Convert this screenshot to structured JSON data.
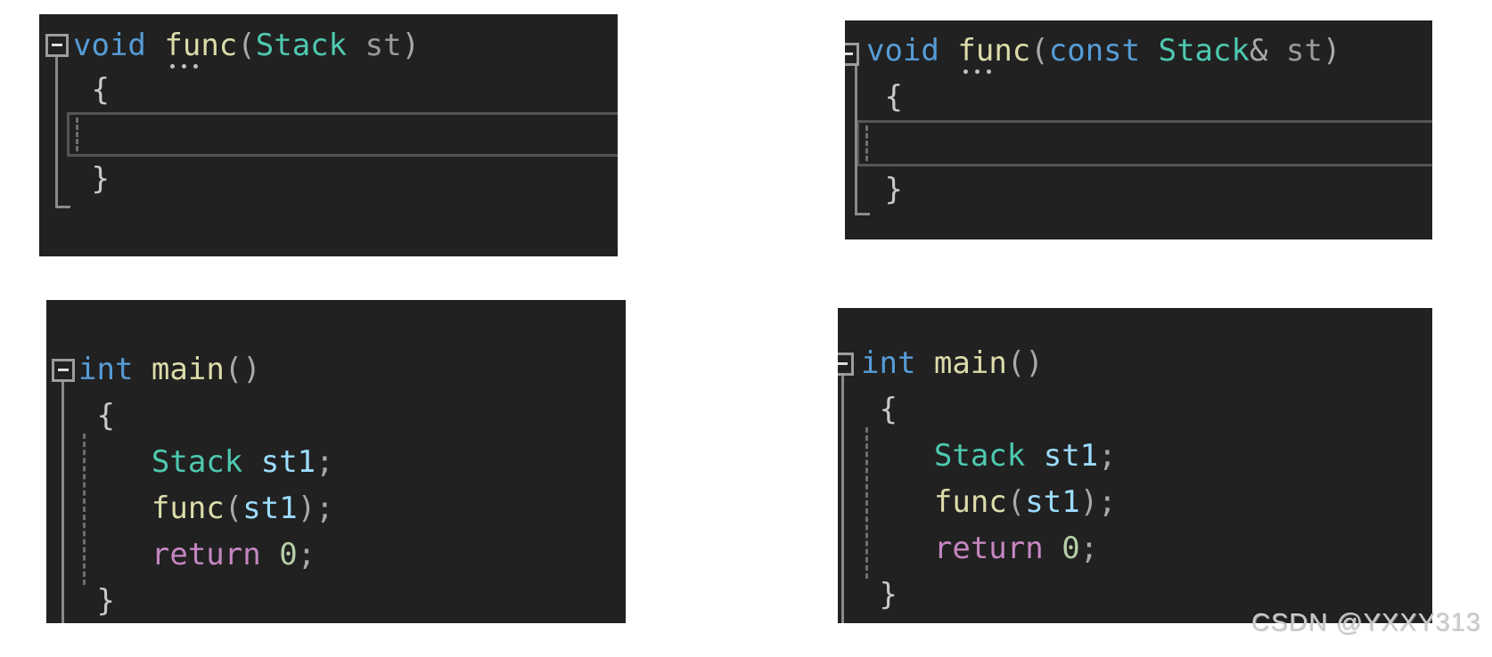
{
  "page": {
    "background_color": "#ffffff",
    "watermark": "CSDN @YXXY313"
  },
  "theme": {
    "panel_background": "#212121",
    "keyword": "#569CD6",
    "control_keyword": "#C586C0",
    "function": "#DCDCAA",
    "type": "#4EC9B0",
    "parameter": "#9A9A9A",
    "punctuation": "#A9A9A9",
    "brace": "#C9C9C9",
    "local_variable": "#9CDCFE",
    "number": "#B5CEA8",
    "fold_guide": "#8A8A8A",
    "indent_guide": "#6E6E6E",
    "line_highlight_border": "#555555",
    "fold_marker_border": "#9D9D9D",
    "fold_marker_minus": "#E0E0E0",
    "hint_dots": "#C0C0C0",
    "watermark_color": "#C9C9C9"
  },
  "panels": [
    {
      "name": "func-pass-by-value",
      "code_text": "void func(Stack st)\n{\n\n}",
      "lines": [
        {
          "kind": "code",
          "tokens": [
            {
              "t": "void",
              "s": "kw"
            },
            {
              "t": " ",
              "s": "pl"
            },
            {
              "t": "func",
              "s": "fn",
              "hint_dots": true
            },
            {
              "t": "(",
              "s": "pu"
            },
            {
              "t": "Stack",
              "s": "ty"
            },
            {
              "t": " ",
              "s": "pl"
            },
            {
              "t": "st",
              "s": "pa"
            },
            {
              "t": ")",
              "s": "pu"
            }
          ]
        },
        {
          "kind": "code",
          "tokens": [
            {
              "t": " {",
              "s": "br"
            }
          ]
        },
        {
          "kind": "highlight"
        },
        {
          "kind": "code",
          "tokens": [
            {
              "t": " }",
              "s": "br"
            }
          ]
        }
      ]
    },
    {
      "name": "func-pass-by-const-reference",
      "code_text": "void func(const Stack& st)\n{\n\n}",
      "lines": [
        {
          "kind": "code",
          "tokens": [
            {
              "t": "void",
              "s": "kw"
            },
            {
              "t": " ",
              "s": "pl"
            },
            {
              "t": "func",
              "s": "fn",
              "hint_dots": true
            },
            {
              "t": "(",
              "s": "pu"
            },
            {
              "t": "const",
              "s": "kw"
            },
            {
              "t": " ",
              "s": "pl"
            },
            {
              "t": "Stack",
              "s": "ty"
            },
            {
              "t": "&",
              "s": "pu"
            },
            {
              "t": " ",
              "s": "pl"
            },
            {
              "t": "st",
              "s": "pa"
            },
            {
              "t": ")",
              "s": "pu"
            }
          ]
        },
        {
          "kind": "code",
          "tokens": [
            {
              "t": " {",
              "s": "br"
            }
          ]
        },
        {
          "kind": "highlight"
        },
        {
          "kind": "code",
          "tokens": [
            {
              "t": " }",
              "s": "br"
            }
          ]
        }
      ]
    },
    {
      "name": "main-calling-func-left",
      "code_text": "int main()\n{\n    Stack st1;\n    func(st1);\n    return 0;\n}",
      "lines": [
        {
          "kind": "code",
          "tokens": [
            {
              "t": "int",
              "s": "kw"
            },
            {
              "t": " ",
              "s": "pl"
            },
            {
              "t": "main",
              "s": "fn"
            },
            {
              "t": "()",
              "s": "pu"
            }
          ]
        },
        {
          "kind": "code",
          "tokens": [
            {
              "t": " {",
              "s": "br"
            }
          ]
        },
        {
          "kind": "code",
          "tokens": [
            {
              "t": "    ",
              "s": "pl"
            },
            {
              "t": "Stack",
              "s": "ty"
            },
            {
              "t": " ",
              "s": "pl"
            },
            {
              "t": "st1",
              "s": "va"
            },
            {
              "t": ";",
              "s": "pu"
            }
          ]
        },
        {
          "kind": "code",
          "tokens": [
            {
              "t": "    ",
              "s": "pl"
            },
            {
              "t": "func",
              "s": "fn"
            },
            {
              "t": "(",
              "s": "pu"
            },
            {
              "t": "st1",
              "s": "va"
            },
            {
              "t": ");",
              "s": "pu"
            }
          ]
        },
        {
          "kind": "code",
          "tokens": [
            {
              "t": "    ",
              "s": "pl"
            },
            {
              "t": "return",
              "s": "kw2"
            },
            {
              "t": " ",
              "s": "pl"
            },
            {
              "t": "0",
              "s": "nu"
            },
            {
              "t": ";",
              "s": "pu"
            }
          ]
        },
        {
          "kind": "code",
          "tokens": [
            {
              "t": " }",
              "s": "br"
            }
          ]
        }
      ]
    },
    {
      "name": "main-calling-func-right",
      "code_text": "int main()\n{\n    Stack st1;\n    func(st1);\n    return 0;\n}",
      "lines": [
        {
          "kind": "code",
          "tokens": [
            {
              "t": "int",
              "s": "kw"
            },
            {
              "t": " ",
              "s": "pl"
            },
            {
              "t": "main",
              "s": "fn"
            },
            {
              "t": "()",
              "s": "pu"
            }
          ]
        },
        {
          "kind": "code",
          "tokens": [
            {
              "t": " {",
              "s": "br"
            }
          ]
        },
        {
          "kind": "code",
          "tokens": [
            {
              "t": "    ",
              "s": "pl"
            },
            {
              "t": "Stack",
              "s": "ty"
            },
            {
              "t": " ",
              "s": "pl"
            },
            {
              "t": "st1",
              "s": "va"
            },
            {
              "t": ";",
              "s": "pu"
            }
          ]
        },
        {
          "kind": "code",
          "tokens": [
            {
              "t": "    ",
              "s": "pl"
            },
            {
              "t": "func",
              "s": "fn"
            },
            {
              "t": "(",
              "s": "pu"
            },
            {
              "t": "st1",
              "s": "va"
            },
            {
              "t": ");",
              "s": "pu"
            }
          ]
        },
        {
          "kind": "code",
          "tokens": [
            {
              "t": "    ",
              "s": "pl"
            },
            {
              "t": "return",
              "s": "kw2"
            },
            {
              "t": " ",
              "s": "pl"
            },
            {
              "t": "0",
              "s": "nu"
            },
            {
              "t": ";",
              "s": "pu"
            }
          ]
        },
        {
          "kind": "code",
          "tokens": [
            {
              "t": " }",
              "s": "br"
            }
          ]
        }
      ]
    }
  ]
}
